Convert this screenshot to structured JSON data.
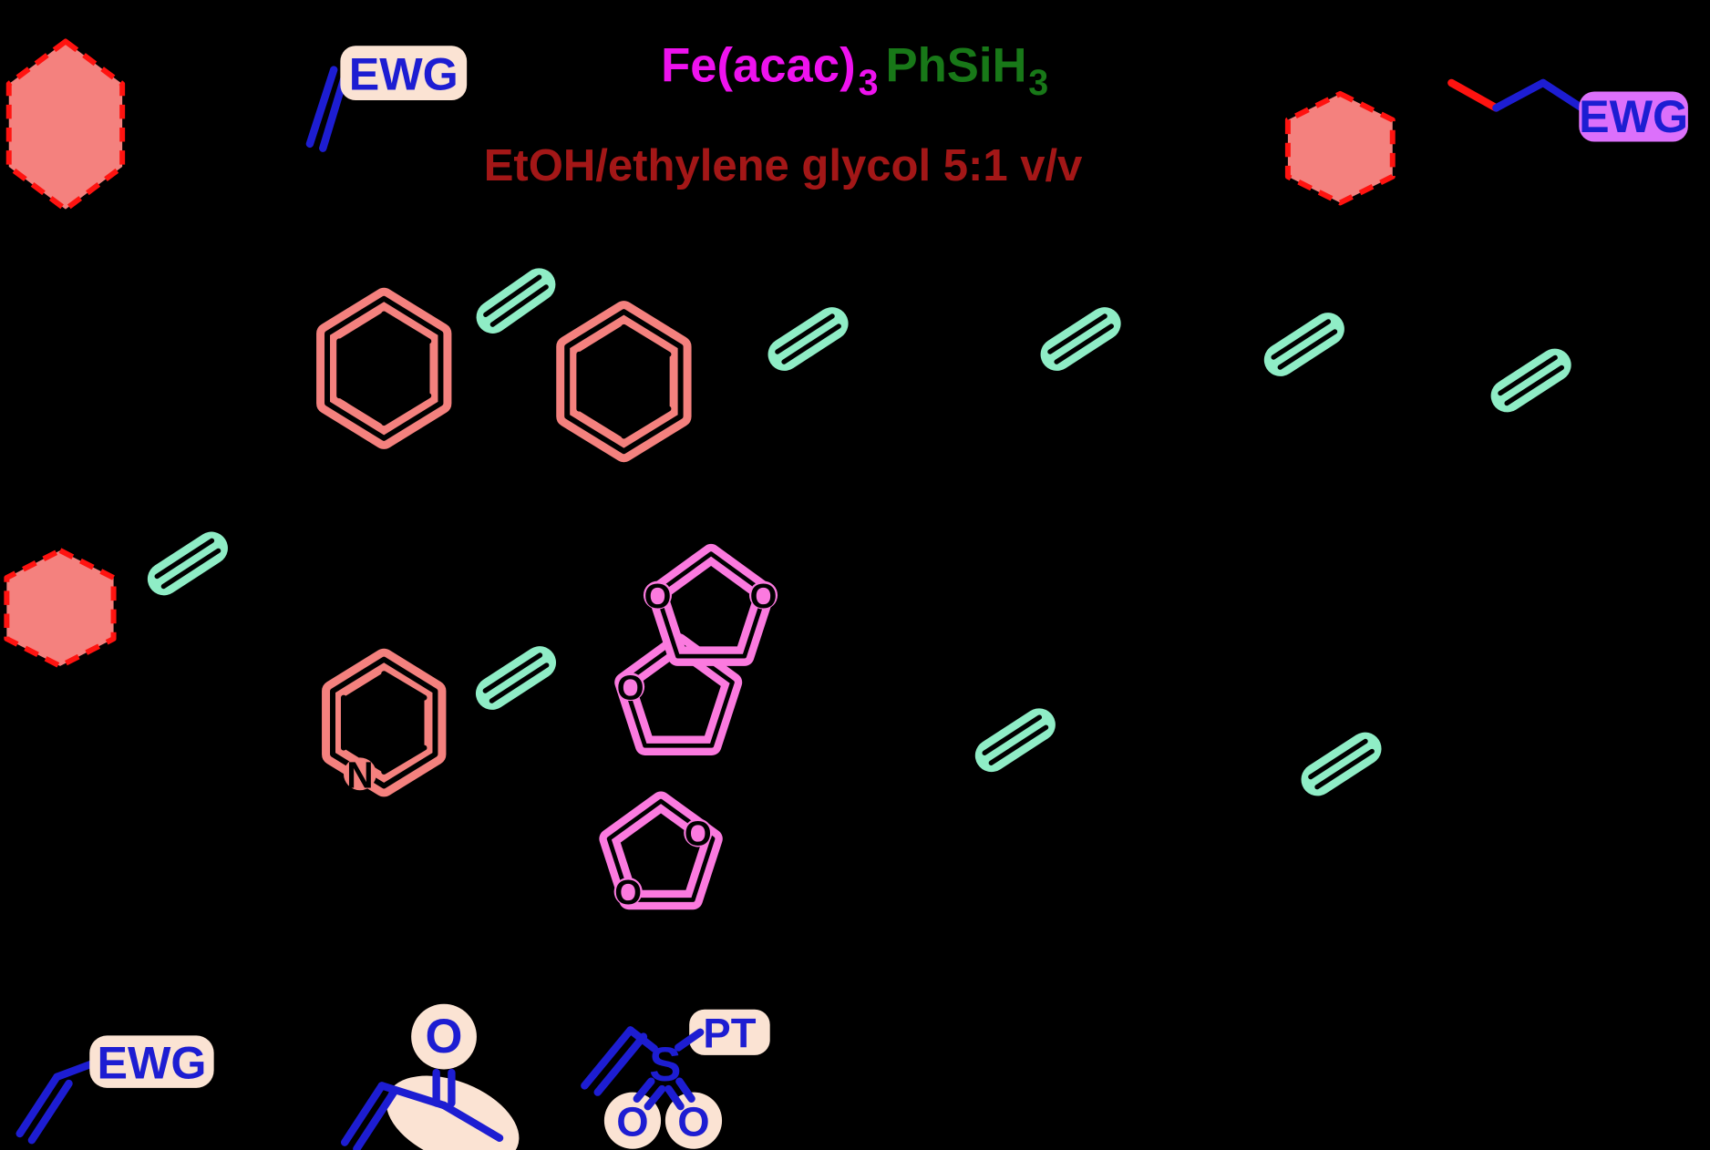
{
  "header": {
    "catalyst": "Fe(acac)",
    "catalyst_sub": "3",
    "silane": "PhSiH",
    "silane_sub": "3",
    "solvent": "EtOH/ethylene glycol 5:1 v/v"
  },
  "labels": {
    "ewg": "EWG",
    "pt": "PT"
  },
  "atoms": {
    "nitrogen": "N",
    "oxygen": "O",
    "sulfur": "S"
  },
  "colors": {
    "background": "#000000",
    "salmon": "#F4817E",
    "dash-red": "#FF1310",
    "mint": "#8FEDC6",
    "pink": "#FB7ADF",
    "peach": "#FBE3D3",
    "violet": "#DC70FB",
    "blue": "#1D1DD2",
    "magenta": "#EE12EE",
    "green": "#187818",
    "dark-red": "#A31717"
  }
}
